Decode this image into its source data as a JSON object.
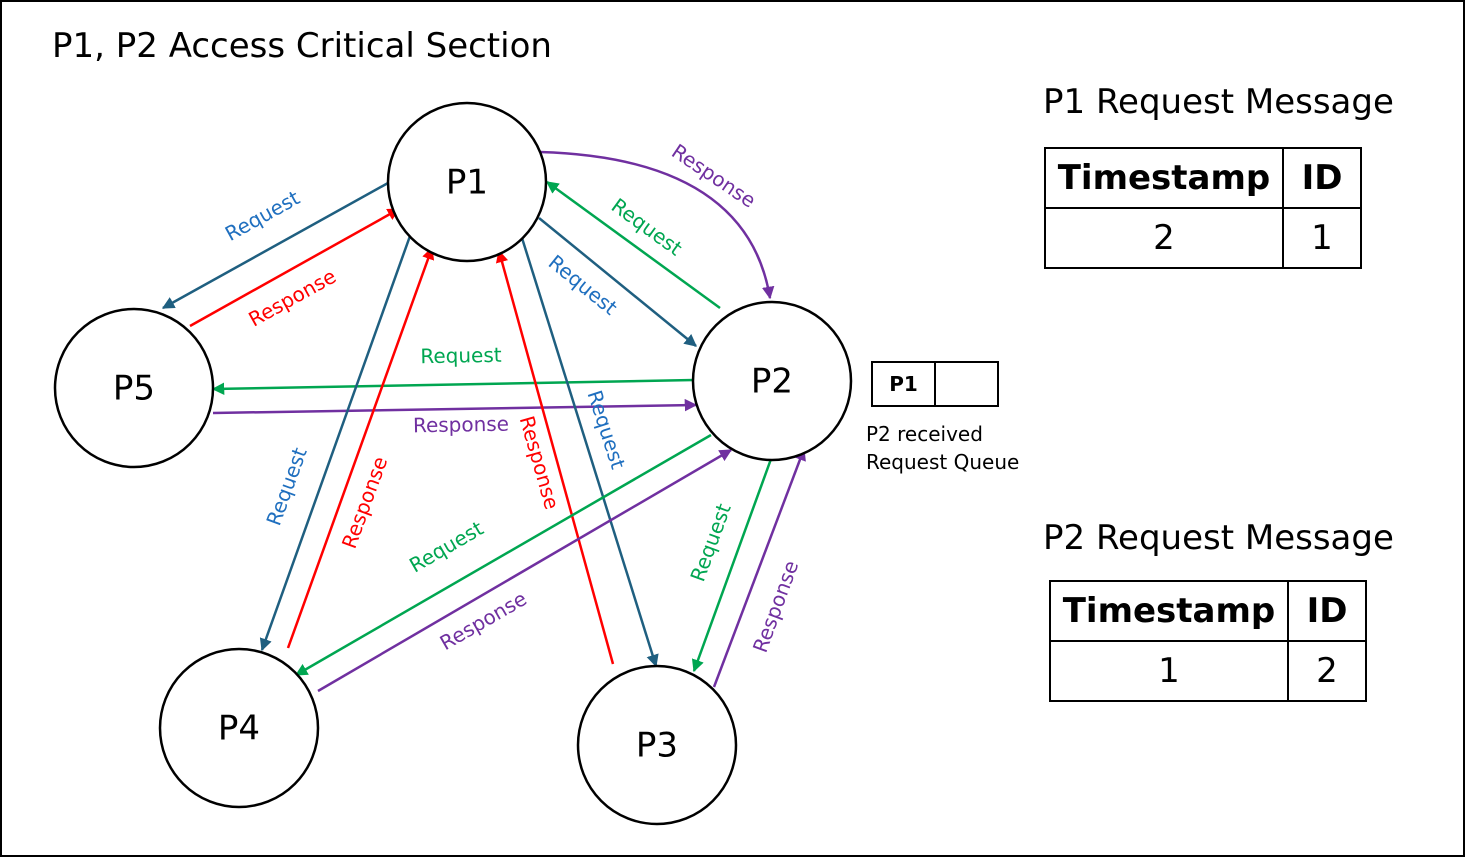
{
  "title": "P1, P2 Access Critical Section",
  "colors": {
    "p5_request": "#1f5f80",
    "p5_response": "#ff0000",
    "p1_request": "#1f5f80",
    "p1_request_label": "#1f6fbf",
    "p1_response": "#ff0000",
    "p2_request": "#00a651",
    "p2_response": "#7030a0"
  },
  "nodes": [
    {
      "id": "P1",
      "label": "P1"
    },
    {
      "id": "P2",
      "label": "P2"
    },
    {
      "id": "P3",
      "label": "P3"
    },
    {
      "id": "P4",
      "label": "P4"
    },
    {
      "id": "P5",
      "label": "P5"
    }
  ],
  "edges": [
    {
      "from": "P1",
      "to": "P5",
      "kind": "request",
      "label": "Request",
      "stroke": "p1_request",
      "labelColor": "p1_request_label"
    },
    {
      "from": "P5",
      "to": "P1",
      "kind": "response",
      "label": "Response",
      "stroke": "p1_response",
      "labelColor": "p1_response"
    },
    {
      "from": "P1",
      "to": "P2",
      "kind": "request",
      "label": "Request",
      "stroke": "p1_request",
      "labelColor": "p1_request_label"
    },
    {
      "from": "P2",
      "to": "P1",
      "kind": "request",
      "label": "Request",
      "stroke": "p2_request",
      "labelColor": "p2_request"
    },
    {
      "from": "P1",
      "to": "P2",
      "kind": "response",
      "label": "Response",
      "stroke": "p2_response",
      "labelColor": "p2_response"
    },
    {
      "from": "P2",
      "to": "P5",
      "kind": "request",
      "label": "Request",
      "stroke": "p2_request",
      "labelColor": "p2_request"
    },
    {
      "from": "P5",
      "to": "P2",
      "kind": "response",
      "label": "Response",
      "stroke": "p2_response",
      "labelColor": "p2_response"
    },
    {
      "from": "P1",
      "to": "P4",
      "kind": "request",
      "label": "Request",
      "stroke": "p1_request",
      "labelColor": "p1_request_label"
    },
    {
      "from": "P4",
      "to": "P1",
      "kind": "response",
      "label": "Response",
      "stroke": "p1_response",
      "labelColor": "p1_response"
    },
    {
      "from": "P1",
      "to": "P3",
      "kind": "request",
      "label": "Request",
      "stroke": "p1_request",
      "labelColor": "p1_request_label"
    },
    {
      "from": "P3",
      "to": "P1",
      "kind": "response",
      "label": "Response",
      "stroke": "p1_response",
      "labelColor": "p1_response"
    },
    {
      "from": "P2",
      "to": "P4",
      "kind": "request",
      "label": "Request",
      "stroke": "p2_request",
      "labelColor": "p2_request"
    },
    {
      "from": "P4",
      "to": "P2",
      "kind": "response",
      "label": "Response",
      "stroke": "p2_response",
      "labelColor": "p2_response"
    },
    {
      "from": "P2",
      "to": "P3",
      "kind": "request",
      "label": "Request",
      "stroke": "p2_request",
      "labelColor": "p2_request"
    },
    {
      "from": "P3",
      "to": "P2",
      "kind": "response",
      "label": "Response",
      "stroke": "p2_response",
      "labelColor": "p2_response"
    }
  ],
  "queue": {
    "slots": [
      "P1",
      ""
    ],
    "caption_line1": "P2 received",
    "caption_line2": "Request Queue"
  },
  "p1_message": {
    "title": "P1 Request Message",
    "headers": [
      "Timestamp",
      "ID"
    ],
    "values": [
      "2",
      "1"
    ]
  },
  "p2_message": {
    "title": "P2 Request Message",
    "headers": [
      "Timestamp",
      "ID"
    ],
    "values": [
      "1",
      "2"
    ]
  }
}
